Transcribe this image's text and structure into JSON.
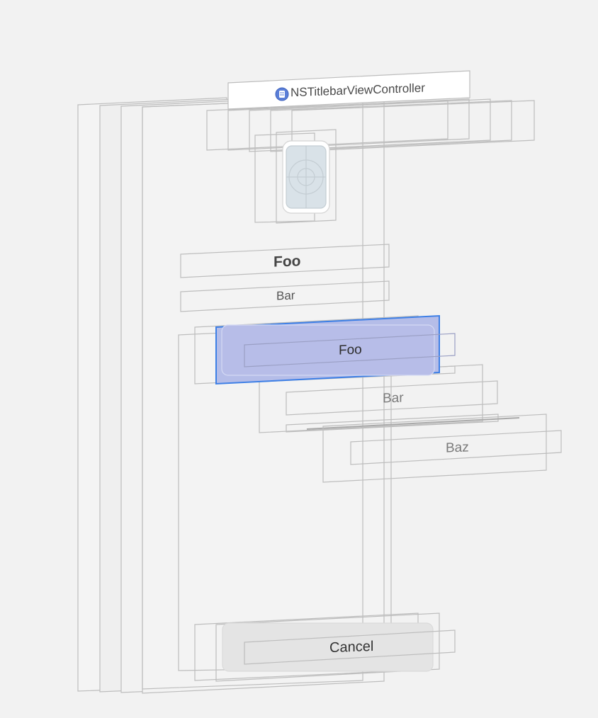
{
  "titlebar": {
    "label": "NSTitlebarViewController",
    "icon": "view-controller-icon"
  },
  "labels": {
    "title": "Foo",
    "subtitle": "Bar"
  },
  "buttons": {
    "primary": "Foo",
    "cancel": "Cancel"
  },
  "options": {
    "bar": "Bar",
    "baz": "Baz"
  },
  "colors": {
    "selection_fill": "#b5bde8",
    "selection_border": "#3d7fe6",
    "frame_stroke": "#bdbdbd",
    "background": "#f2f2f2"
  }
}
